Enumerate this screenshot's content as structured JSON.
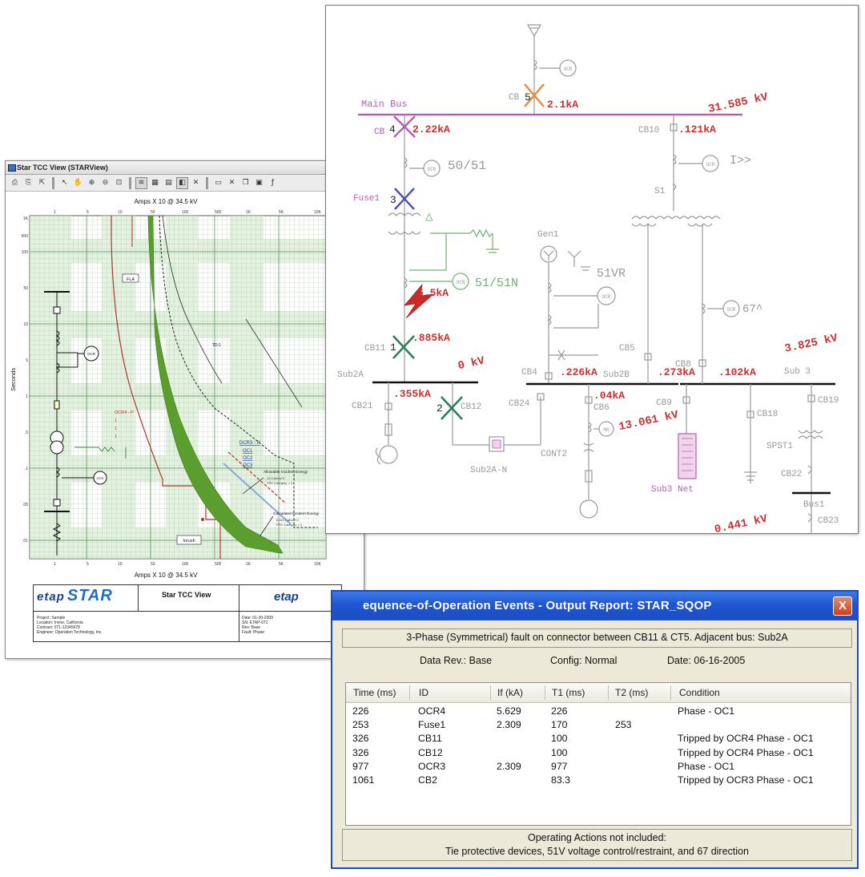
{
  "tcc": {
    "title": "Star TCC View (STARView)",
    "x_axis_label_top": "Amps X 10 @ 34.5 kV",
    "x_axis_label_bottom": "Amps X 10 @ 34.5 kV",
    "y_axis_label": "Seconds",
    "labels": {
      "fla": "FLA",
      "td1": "TD:1",
      "ocr4": "OCR4 - P",
      "oc1": "1",
      "oc2": "1",
      "oc3": "1",
      "ocr3p": "DCR3 - P",
      "ocr3_oc1": "OC1",
      "ocr3_oc2": "OC2",
      "ocr3_oc3": "OC3",
      "allowable": "Allowable Incident Energy",
      "allow_detail1": "13 Cal/cm^2",
      "allow_detail2": "PPE Category = 3",
      "calc": "Calculated Incident Energy",
      "calc_detail1": "8.421 Cal/cm^2",
      "calc_detail2": "PPE Category = 3",
      "inrush": "Inrush",
      "ocr_relay": "OCR"
    },
    "ticks_x": [
      "1",
      "5",
      "10",
      "50",
      "100",
      "500",
      "1K",
      "5K",
      "10K"
    ],
    "ticks_y": [
      "1K",
      "500",
      "100",
      "50",
      "10",
      "5",
      "1",
      ".5",
      ".1",
      ".05",
      ".01"
    ],
    "footer": {
      "logo_e": "etap",
      "logo_star": "STAR",
      "view_title": "Star TCC View",
      "logo2": "etap",
      "project_label": "Project:",
      "project": "Sample",
      "location_label": "Location:",
      "location": "Irvine, California",
      "contract_label": "Contract:",
      "contract": "071-12345678",
      "engineer_label": "Engineer:",
      "engineer": "Operation Technology, Inc.",
      "date_label": "Date:",
      "date": "01-30-2009",
      "sn_label": "SN:",
      "sn": "ETAP-071",
      "rev_label": "Rev:",
      "rev": "Base",
      "fault_label": "Fault:",
      "fault": "Phase"
    },
    "colors": {
      "band": "#5a9e2e",
      "grid_bg": "#dff0d8",
      "relay_red": "#a83a2c"
    }
  },
  "sld": {
    "labels": {
      "main_bus": "Main Bus",
      "cb_main_top": "CB",
      "cb4": "CB",
      "cb10": "CB10",
      "fuse1": "Fuse1",
      "gen1": "Gen1",
      "s1": "S1",
      "cb11": "CB11",
      "sub2a": "Sub2A",
      "cb21": "CB21",
      "cb12": "CB12",
      "cb24": "CB24",
      "cb4b": "CB4",
      "sub2b": "Sub2B",
      "cb5": "CB5",
      "cb8": "CB8",
      "cb6": "CB6",
      "cb9": "CB9",
      "cb18": "CB18",
      "cb19": "CB19",
      "sub3": "Sub 3",
      "spst1": "SPST1",
      "cb22": "CB22",
      "bus1": "Bus1",
      "cb23": "CB23",
      "sub2a_n": "Sub2A-N",
      "cont2": "CONT2",
      "sub3_net": "Sub3 Net",
      "ocr": "OCR",
      "mr": "MR",
      "r5051": "50/51",
      "r5151n": "51/51N",
      "r51vr": "51VR",
      "ri": "I>>",
      "r67": "67^",
      "delta": "△"
    },
    "seq": {
      "s1": "1",
      "s2": "2",
      "s3": "3",
      "s4": "4",
      "s5": "5"
    },
    "currents": {
      "c_cb5": "2.1kA",
      "c_cb4": "2.22kA",
      "c_cb10": ".121kA",
      "c_fault": "5.5kA",
      "c_cb11": ".885kA",
      "c_cb21": ".355kA",
      "c_cb4b": ".226kA",
      "c_sub2b": ".273kA",
      "c_sub3": ".102kA",
      "c_cb6": ".04kA"
    },
    "voltages": {
      "v_main": "31.585 kV",
      "v_sub2a": "0 kV",
      "v_sub3": "3.825 kV",
      "v_sub2b": "13.061 kV",
      "v_bus1": "0.441 kV"
    },
    "colors": {
      "bus_main": "#b062b3",
      "volt": "#cc3131",
      "relay_green": "#6cb36c",
      "seq_green": "#2c7f5c",
      "seq_blue": "#4a51b4",
      "seq_orange": "#e88a35",
      "seq_purple": "#b062b3"
    }
  },
  "sqop": {
    "title": "equence-of-Operation Events - Output Report: STAR_SQOP",
    "close_label": "X",
    "fault_desc": "3-Phase (Symmetrical) fault on connector between CB11 & CT5.  Adjacent bus: Sub2A",
    "data_rev_label": "Data Rev.:",
    "data_rev": "Base",
    "config_label": "Config:",
    "config": "Normal",
    "date_label": "Date:",
    "date": "06-16-2005",
    "columns": [
      "Time (ms)",
      "ID",
      "If (kA)",
      "T1 (ms)",
      "T2 (ms)",
      "Condition"
    ],
    "rows": [
      [
        "226",
        "OCR4",
        "5.629",
        "226",
        "",
        "Phase - OC1"
      ],
      [
        "253",
        "Fuse1",
        "2.309",
        "170",
        "253",
        ""
      ],
      [
        "326",
        "CB11",
        "",
        "100",
        "",
        "Tripped by OCR4 Phase - OC1"
      ],
      [
        "326",
        "CB12",
        "",
        "100",
        "",
        "Tripped by OCR4 Phase - OC1"
      ],
      [
        "977",
        "OCR3",
        "2.309",
        "977",
        "",
        "Phase - OC1"
      ],
      [
        "1061",
        "CB2",
        "",
        "83.3",
        "",
        "Tripped by OCR3 Phase - OC1"
      ]
    ],
    "footer_line1": "Operating Actions not included:",
    "footer_line2": "Tie protective devices, 51V voltage control/restraint, and 67 direction"
  }
}
